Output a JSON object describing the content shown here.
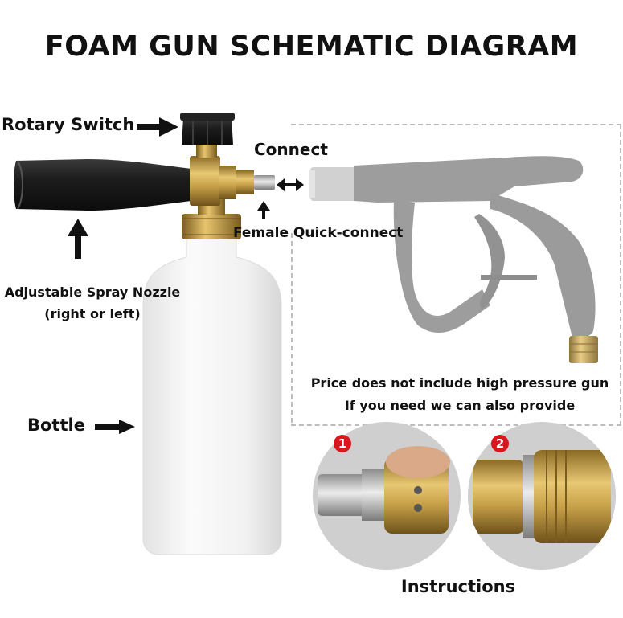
{
  "title": "FOAM GUN SCHEMATIC DIAGRAM",
  "labels": {
    "rotary_switch": "Rotary Switch",
    "connect": "Connect",
    "female_quick_connect": "Female Quick-connect",
    "adjustable_nozzle_line1": "Adjustable Spray Nozzle",
    "adjustable_nozzle_line2": "(right or left)",
    "bottle": "Bottle"
  },
  "note": {
    "line1": "Price does not include high pressure gun",
    "line2": "If you need we can also provide"
  },
  "instructions": {
    "title": "Instructions",
    "steps": [
      "1",
      "2"
    ]
  },
  "colors": {
    "brass": "#c9a24a",
    "nozzle_black": "#1e1e1e",
    "bottle_white": "#f4f4f4",
    "gun_grey": "#8c8c8c",
    "step_red": "#d9161d"
  }
}
